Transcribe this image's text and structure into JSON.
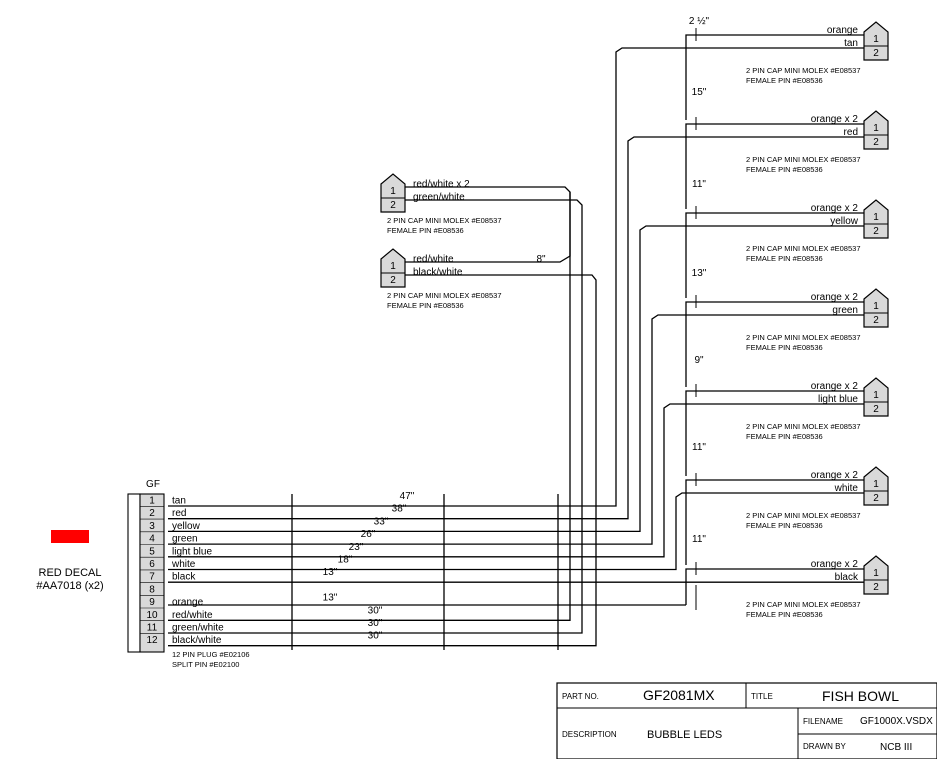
{
  "colors": {
    "line": "#000000",
    "connector_fill": "#d9d9d9",
    "decal": "#ff0000"
  },
  "main_connector": {
    "label": "GF",
    "note1": "12 PIN PLUG #E02106",
    "note2": "SPLIT PIN #E02100",
    "pins": [
      {
        "num": "1",
        "wire": "tan",
        "length": "47\""
      },
      {
        "num": "2",
        "wire": "red",
        "length": "38\""
      },
      {
        "num": "3",
        "wire": "yellow",
        "length": "33\""
      },
      {
        "num": "4",
        "wire": "green",
        "length": "26\""
      },
      {
        "num": "5",
        "wire": "light blue",
        "length": "23\""
      },
      {
        "num": "6",
        "wire": "white",
        "length": "18\""
      },
      {
        "num": "7",
        "wire": "black",
        "length": "13\""
      },
      {
        "num": "8",
        "wire": "",
        "length": ""
      },
      {
        "num": "9",
        "wire": "orange",
        "length": "13\""
      },
      {
        "num": "10",
        "wire": "red/white",
        "length": "30\""
      },
      {
        "num": "11",
        "wire": "green/white",
        "length": "30\""
      },
      {
        "num": "12",
        "wire": "black/white",
        "length": "30\""
      }
    ]
  },
  "decal": {
    "line1": "RED DECAL",
    "line2": "#AA7018 (x2)"
  },
  "right_connectors": [
    {
      "top": "orange",
      "bottom": "tan"
    },
    {
      "top": "orange x 2",
      "bottom": "red"
    },
    {
      "top": "orange x 2",
      "bottom": "yellow"
    },
    {
      "top": "orange x 2",
      "bottom": "green"
    },
    {
      "top": "orange x 2",
      "bottom": "light blue"
    },
    {
      "top": "orange x 2",
      "bottom": "white"
    },
    {
      "top": "orange x 2",
      "bottom": "black"
    }
  ],
  "left_connectors": [
    {
      "top": "red/white x 2",
      "bottom": "green/white"
    },
    {
      "top": "red/white",
      "bottom": "black/white",
      "length": "8\""
    }
  ],
  "connector_pins": {
    "p1": "1",
    "p2": "2"
  },
  "connector_note": {
    "line1": "2 PIN CAP MINI MOLEX #E08537",
    "line2": "FEMALE PIN #E08536"
  },
  "spacing_labels": [
    "2 ½\"",
    "15\"",
    "11\"",
    "13\"",
    "9\"",
    "11\"",
    "11\""
  ],
  "title_block": {
    "part_no_label": "PART NO.",
    "part_no": "GF2081MX",
    "title_label": "TITLE",
    "title": "FISH BOWL",
    "description_label": "DESCRIPTION",
    "description": "BUBBLE LEDS",
    "filename_label": "FILENAME",
    "filename": "GF1000X.VSDX",
    "drawn_by_label": "DRAWN BY",
    "drawn_by": "NCB III"
  }
}
